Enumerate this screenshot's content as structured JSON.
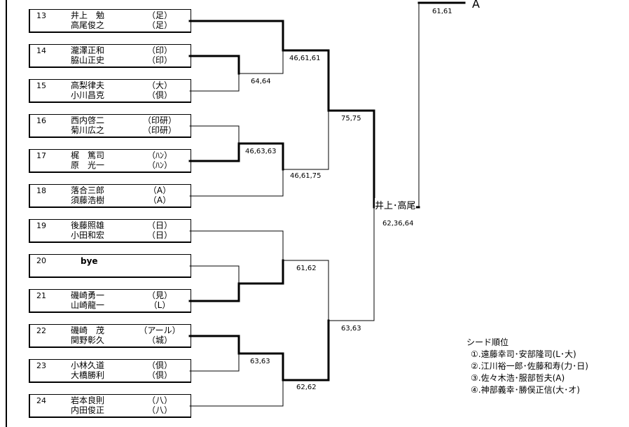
{
  "entries": [
    {
      "seed": "13",
      "players": [
        "井上　勉",
        "高尾俊之"
      ],
      "clubs": [
        "（足）",
        "（足）"
      ]
    },
    {
      "seed": "14",
      "players": [
        "瀧澤正和",
        "脇山正史"
      ],
      "clubs": [
        "（印）",
        "（印）"
      ]
    },
    {
      "seed": "15",
      "players": [
        "高梨律夫",
        "小川昌克"
      ],
      "clubs": [
        "（大）",
        "（倶）"
      ]
    },
    {
      "seed": "16",
      "players": [
        "西内啓二",
        "菊川広之"
      ],
      "clubs": [
        "（印研）",
        "（印研）"
      ]
    },
    {
      "seed": "17",
      "players": [
        "梶　篤司",
        "原　光一"
      ],
      "clubs": [
        "（ﾊﾝ）",
        "（ﾊﾝ）"
      ]
    },
    {
      "seed": "18",
      "players": [
        "落合三郎",
        "須藤浩樹"
      ],
      "clubs": [
        "（A）",
        "（A）"
      ]
    },
    {
      "seed": "19",
      "players": [
        "後藤照雄",
        "小田和宏"
      ],
      "clubs": [
        "（日）",
        "（日）"
      ]
    },
    {
      "seed": "20",
      "bye": "bye"
    },
    {
      "seed": "21",
      "players": [
        "磯崎勇一",
        "山崎龍一"
      ],
      "clubs": [
        "（見）",
        "（L）"
      ]
    },
    {
      "seed": "22",
      "players": [
        "磯崎　茂",
        "関野彰久"
      ],
      "clubs": [
        "（アール）",
        "（城）"
      ]
    },
    {
      "seed": "23",
      "players": [
        "小林久道",
        "大橋勝利"
      ],
      "clubs": [
        "（倶）",
        "（倶）"
      ]
    },
    {
      "seed": "24",
      "players": [
        "岩本良則",
        "内田俊正"
      ],
      "clubs": [
        "（八）",
        "（八）"
      ]
    }
  ],
  "scores": {
    "r1_14_15": "64,64",
    "r2_13": "46,61,61",
    "r1_16_17": "46,63,63",
    "r2_18": "46,61,75",
    "r3_top": "75,75",
    "r2_19": "61,62",
    "r1_22_23": "63,63",
    "r2_24": "62,62",
    "r3_bottom": "63,63",
    "semifinal": "62,36,64",
    "final": "61,61"
  },
  "block_winner": "井上･高尾",
  "block_label": "A",
  "legend": {
    "title": "シード順位",
    "items": [
      "①.遠藤幸司･安部隆司(L･大)",
      "②.江川裕一郎･佐藤和寿(力･日)",
      "③.佐々木浩･服部哲夫(A)",
      "④.神部義幸･勝俣正信(大･オ)"
    ]
  }
}
